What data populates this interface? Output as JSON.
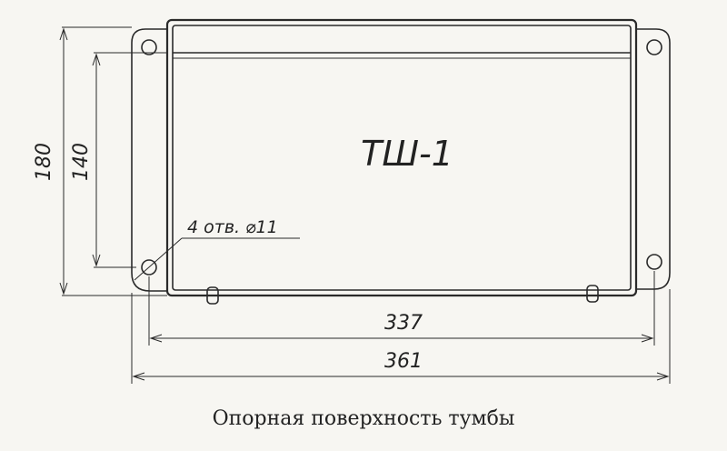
{
  "drawing": {
    "label": "ТШ-1",
    "holes_note": "4 отв. ⌀11",
    "dimensions": {
      "outer_width": "361",
      "inner_width": "337",
      "outer_height": "180",
      "inner_height": "140"
    }
  },
  "caption": "Опорная поверхность тумбы"
}
